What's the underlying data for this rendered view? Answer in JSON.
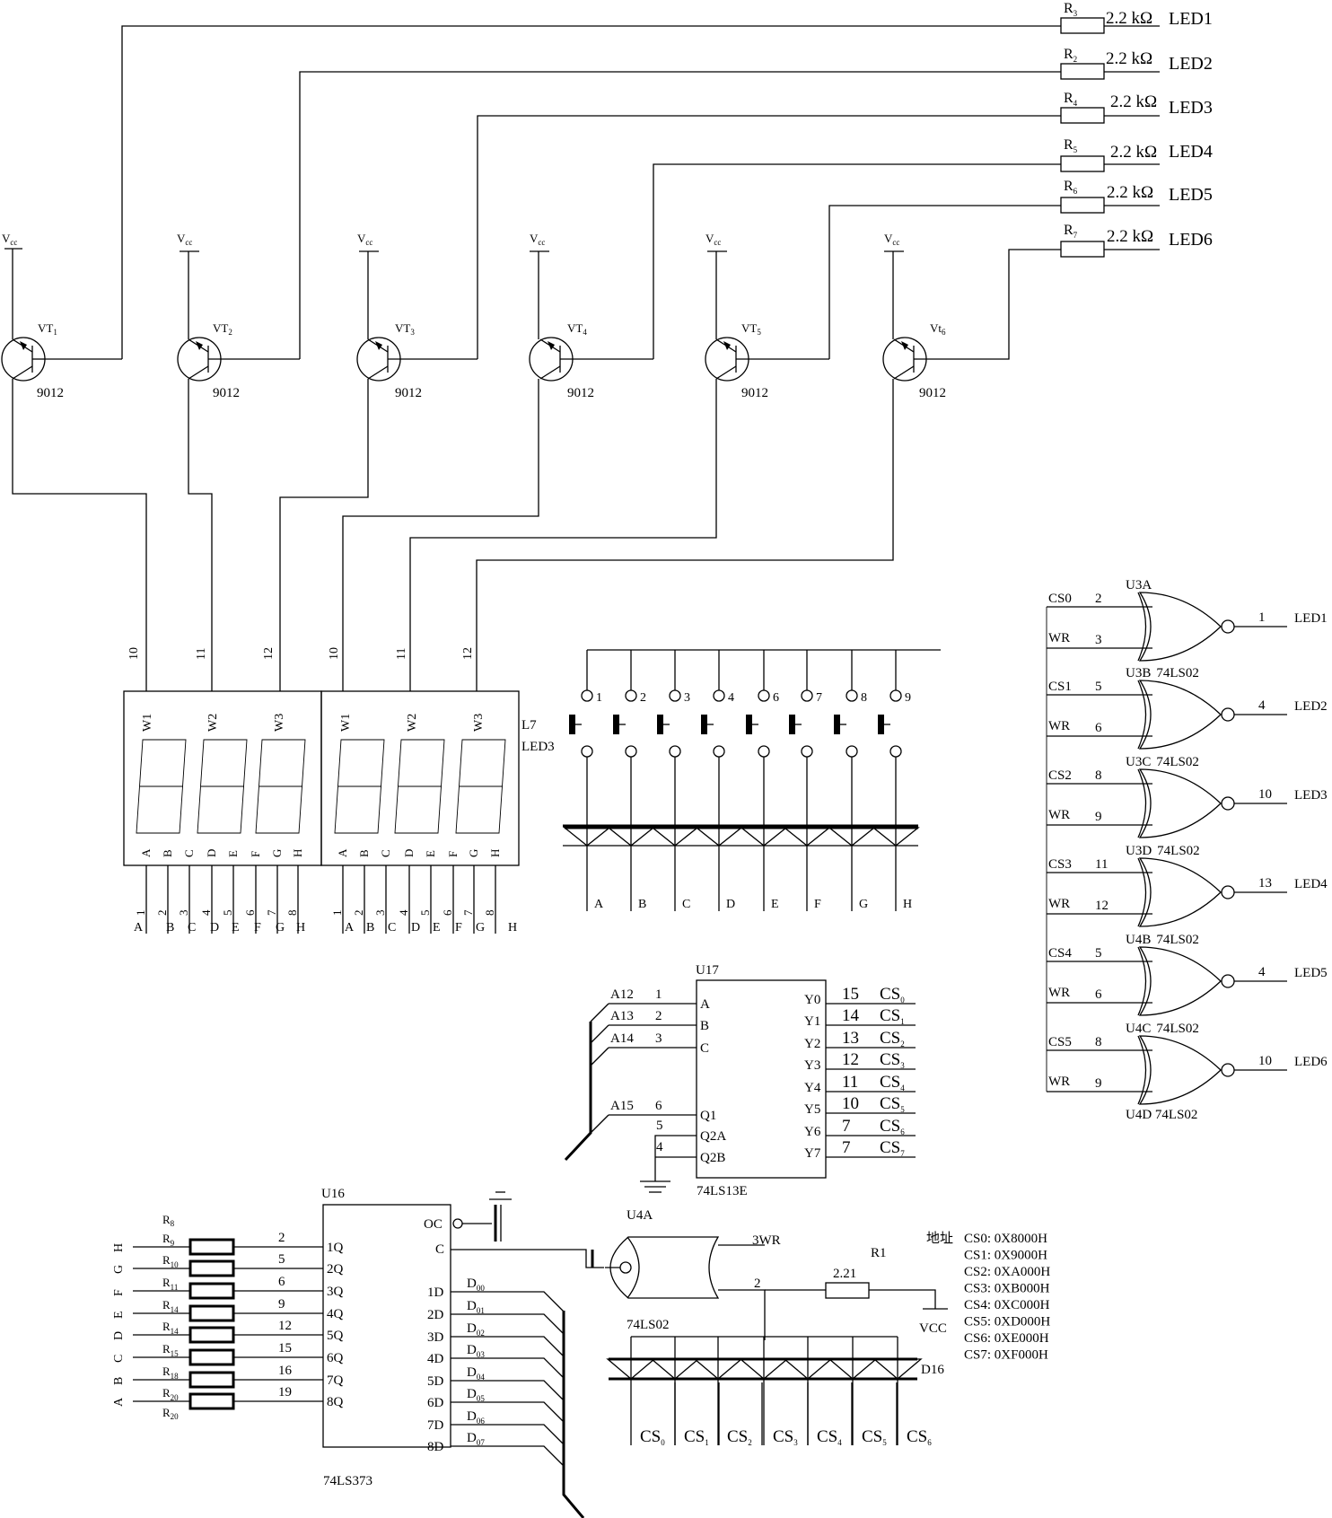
{
  "led_driver": {
    "rows": [
      {
        "r": "R",
        "rsub": "3",
        "value": "2.2 kΩ",
        "led": "LED1"
      },
      {
        "r": "R",
        "rsub": "2",
        "value": "2.2 kΩ",
        "led": "LED2"
      },
      {
        "r": "R",
        "rsub": "4",
        "value": "2.2 kΩ",
        "led": "LED3"
      },
      {
        "r": "R",
        "rsub": "5",
        "value": "2.2 kΩ",
        "led": "LED4"
      },
      {
        "r": "R",
        "rsub": "6",
        "value": "2.2 kΩ",
        "led": "LED5"
      },
      {
        "r": "R",
        "rsub": "7",
        "value": "2.2 kΩ",
        "led": "LED6"
      }
    ],
    "transistors": [
      {
        "name": "VT",
        "sub": "1",
        "part": "9012",
        "vcc": "V",
        "vcc_sub": "cc"
      },
      {
        "name": "VT",
        "sub": "2",
        "part": "9012",
        "vcc": "V",
        "vcc_sub": "cc"
      },
      {
        "name": "VT",
        "sub": "3",
        "part": "9012",
        "vcc": "V",
        "vcc_sub": "cc"
      },
      {
        "name": "VT",
        "sub": "4",
        "part": "9012",
        "vcc": "V",
        "vcc_sub": "cc"
      },
      {
        "name": "VT",
        "sub": "5",
        "part": "9012",
        "vcc": "V",
        "vcc_sub": "cc"
      },
      {
        "name": "Vt",
        "sub": "6",
        "part": "9012",
        "vcc": "V",
        "vcc_sub": "cc"
      }
    ]
  },
  "displays": {
    "pins_top": [
      "10",
      "11",
      "12",
      "10",
      "11",
      "12"
    ],
    "digit_labels": [
      "W1",
      "W2",
      "W3"
    ],
    "seg_labels": [
      "A",
      "B",
      "C",
      "D",
      "E",
      "F",
      "G",
      "H"
    ],
    "pin_numbers": [
      "1",
      "2",
      "3",
      "4",
      "5",
      "6",
      "7",
      "8"
    ],
    "bus_labels_1": [
      "A",
      "B",
      "C",
      "D",
      "E",
      "F",
      "G",
      "H"
    ],
    "bus_labels_2": [
      "A",
      "B",
      "C",
      "D",
      "E",
      "F",
      "G",
      "H"
    ],
    "side_label_1": "L7",
    "side_label_2": "LED3"
  },
  "keypad": {
    "key_numbers": [
      "1",
      "2",
      "3",
      "4",
      "6",
      "7",
      "8",
      "9"
    ],
    "line_labels": [
      "A",
      "B",
      "C",
      "D",
      "E",
      "F",
      "G",
      "H"
    ]
  },
  "nor_gates": {
    "gates": [
      {
        "name": "U3A",
        "in1": "CS0",
        "p1": "2",
        "in2": "WR",
        "p2": "3",
        "pout": "1",
        "out": "LED1",
        "part": ""
      },
      {
        "name": "U3B",
        "in1": "CS1",
        "p1": "5",
        "in2": "WR",
        "p2": "6",
        "pout": "4",
        "out": "LED2",
        "part": "74LS02"
      },
      {
        "name": "U3C",
        "in1": "CS2",
        "p1": "8",
        "in2": "WR",
        "p2": "9",
        "pout": "10",
        "out": "LED3",
        "part": "74LS02"
      },
      {
        "name": "U3D",
        "in1": "CS3",
        "p1": "11",
        "in2": "WR",
        "p2": "12",
        "pout": "13",
        "out": "LED4",
        "part": "74LS02"
      },
      {
        "name": "U4B",
        "in1": "CS4",
        "p1": "5",
        "in2": "WR",
        "p2": "6",
        "pout": "4",
        "out": "LED5",
        "part": "74LS02"
      },
      {
        "name": "U4C",
        "in1": "CS5",
        "p1": "8",
        "in2": "WR",
        "p2": "9",
        "pout": "10",
        "out": "LED6",
        "part": "74LS02"
      }
    ],
    "bottom_label": "U4D 74LS02"
  },
  "decoder": {
    "name": "U17",
    "part": "74LS13E",
    "inputs": [
      {
        "sig": "A12",
        "pin": "1",
        "port": "A"
      },
      {
        "sig": "A13",
        "pin": "2",
        "port": "B"
      },
      {
        "sig": "A14",
        "pin": "3",
        "port": "C"
      },
      {
        "sig": "A15",
        "pin": "6",
        "port": "Q1"
      },
      {
        "sig": "",
        "pin": "5",
        "port": "Q2A"
      },
      {
        "sig": "",
        "pin": "4",
        "port": "Q2B"
      }
    ],
    "outputs": [
      {
        "port": "Y0",
        "pin": "15",
        "cs": "CS",
        "sub": "0"
      },
      {
        "port": "Y1",
        "pin": "14",
        "cs": "CS",
        "sub": "1"
      },
      {
        "port": "Y2",
        "pin": "13",
        "cs": "CS",
        "sub": "2"
      },
      {
        "port": "Y3",
        "pin": "12",
        "cs": "CS",
        "sub": "3"
      },
      {
        "port": "Y4",
        "pin": "11",
        "cs": "CS",
        "sub": "4"
      },
      {
        "port": "Y5",
        "pin": "10",
        "cs": "CS",
        "sub": "5"
      },
      {
        "port": "Y6",
        "pin": "7",
        "cs": "CS",
        "sub": "6"
      },
      {
        "port": "Y7",
        "pin": "7",
        "cs": "CS",
        "sub": "7"
      }
    ]
  },
  "latch": {
    "name": "U16",
    "part": "74LS373",
    "oc": "OC",
    "c": "C",
    "res_top": {
      "r": "R",
      "sub": "8"
    },
    "res_bottom": {
      "r": "R",
      "sub": "20"
    },
    "outputs": [
      {
        "letter": "H",
        "r": "R",
        "sub": "9",
        "pin": "2",
        "port": "1Q"
      },
      {
        "letter": "G",
        "r": "R",
        "sub": "10",
        "pin": "5",
        "port": "2Q"
      },
      {
        "letter": "F",
        "r": "R",
        "sub": "11",
        "pin": "6",
        "port": "3Q"
      },
      {
        "letter": "E",
        "r": "R",
        "sub": "14",
        "pin": "9",
        "port": "4Q"
      },
      {
        "letter": "D",
        "r": "R",
        "sub": "14",
        "pin": "12",
        "port": "5Q"
      },
      {
        "letter": "C",
        "r": "R",
        "sub": "15",
        "pin": "15",
        "port": "6Q"
      },
      {
        "letter": "B",
        "r": "R",
        "sub": "18",
        "pin": "16",
        "port": "7Q"
      },
      {
        "letter": "A",
        "r": "R",
        "sub": "20",
        "pin": "19",
        "port": "8Q"
      }
    ],
    "inputs": [
      {
        "port": "1D",
        "d": "D",
        "sub": "00"
      },
      {
        "port": "2D",
        "d": "D",
        "sub": "01"
      },
      {
        "port": "3D",
        "d": "D",
        "sub": "02"
      },
      {
        "port": "4D",
        "d": "D",
        "sub": "03"
      },
      {
        "port": "5D",
        "d": "D",
        "sub": "04"
      },
      {
        "port": "6D",
        "d": "D",
        "sub": "05"
      },
      {
        "port": "7D",
        "d": "D",
        "sub": "06"
      },
      {
        "port": "8D",
        "d": "D",
        "sub": "07"
      }
    ]
  },
  "wr_gate": {
    "name": "U4A",
    "part": "74LS02",
    "out_label": "3WR",
    "pin": "2",
    "r_name": "R1",
    "r_value": "2.21",
    "vcc": "VCC",
    "diode_label": "D16",
    "cs_labels": [
      {
        "cs": "CS",
        "sub": "0"
      },
      {
        "cs": "CS",
        "sub": "1"
      },
      {
        "cs": "CS",
        "sub": "2"
      },
      {
        "cs": "CS",
        "sub": "3"
      },
      {
        "cs": "CS",
        "sub": "4"
      },
      {
        "cs": "CS",
        "sub": "5"
      },
      {
        "cs": "CS",
        "sub": "6"
      }
    ]
  },
  "address_map": {
    "heading": "地址",
    "entries": [
      "CS0: 0X8000H",
      "CS1: 0X9000H",
      "CS2: 0XA000H",
      "CS3: 0XB000H",
      "CS4: 0XC000H",
      "CS5: 0XD000H",
      "CS6: 0XE000H",
      "CS7: 0XF000H"
    ]
  }
}
